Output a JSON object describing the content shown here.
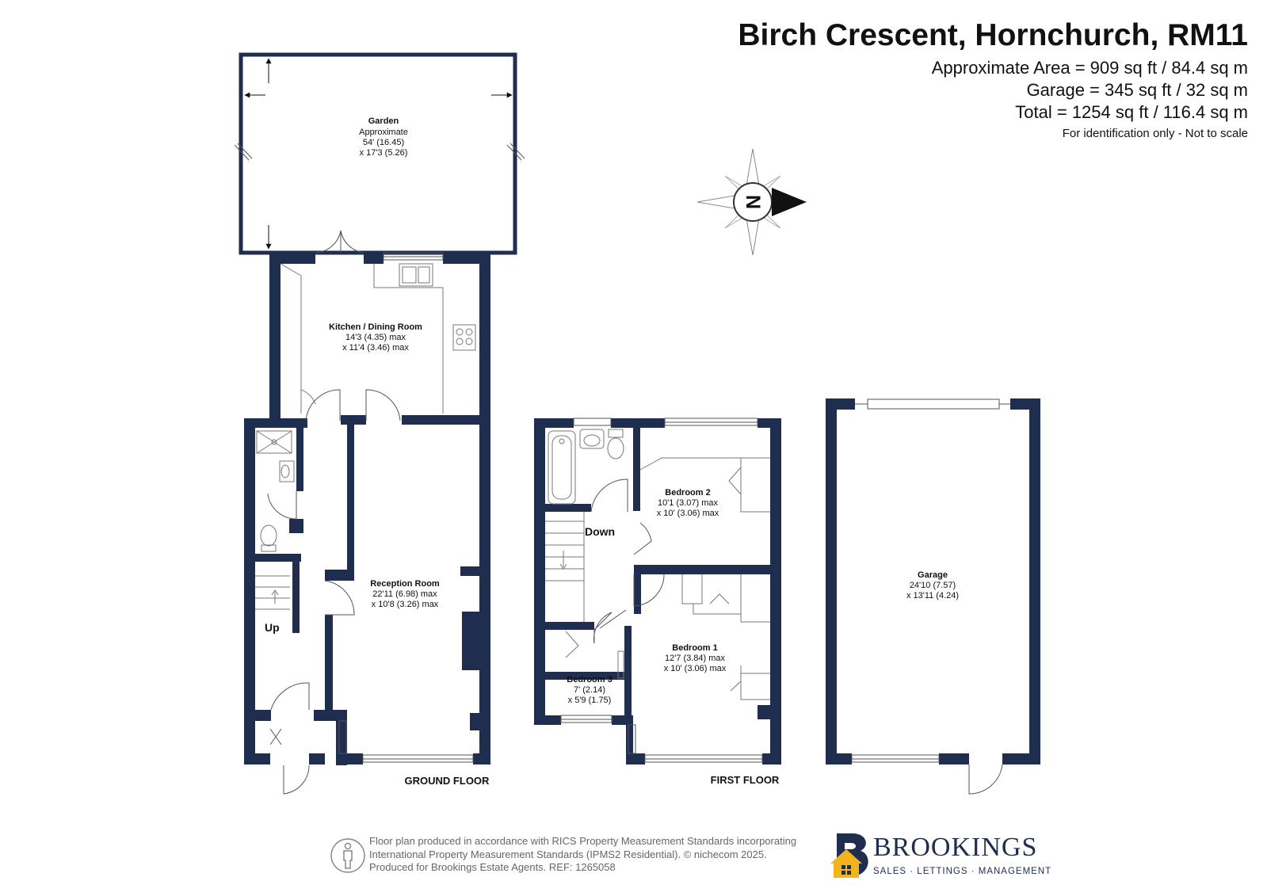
{
  "header": {
    "title": "Birch Crescent, Hornchurch, RM11",
    "area_approx": "Approximate Area = 909 sq ft / 84.4 sq m",
    "area_garage": "Garage = 345 sq ft / 32 sq m",
    "area_total": "Total = 1254 sq ft / 116.4 sq m",
    "note": "For identification only - Not to scale"
  },
  "compass": {
    "letter": "N"
  },
  "rooms": {
    "garden": {
      "name": "Garden",
      "line1": "Approximate",
      "line2": "54' (16.45)",
      "line3": "x 17'3 (5.26)"
    },
    "kitchen": {
      "name": "Kitchen / Dining Room",
      "line1": "14'3 (4.35) max",
      "line2": "x 11'4 (3.46) max"
    },
    "reception": {
      "name": "Reception Room",
      "line1": "22'11 (6.98) max",
      "line2": "x 10'8 (3.26) max"
    },
    "bedroom2": {
      "name": "Bedroom 2",
      "line1": "10'1 (3.07) max",
      "line2": "x 10' (3.06) max"
    },
    "bedroom1": {
      "name": "Bedroom 1",
      "line1": "12'7 (3.84) max",
      "line2": "x 10' (3.06) max"
    },
    "bedroom3": {
      "name": "Bedroom 3",
      "line1": "7' (2.14)",
      "line2": "x 5'9 (1.75)"
    },
    "garage": {
      "name": "Garage",
      "line1": "24'10 (7.57)",
      "line2": "x 13'11 (4.24)"
    }
  },
  "stairs": {
    "up": "Up",
    "down": "Down"
  },
  "floors": {
    "ground": "GROUND FLOOR",
    "first": "FIRST FLOOR"
  },
  "footer": {
    "line1": "Floor plan produced in accordance with RICS Property Measurement Standards incorporating",
    "line2": "International Property Measurement Standards (IPMS2 Residential).  © nichecom 2025.",
    "line3": "Produced for Brookings Estate Agents.   REF: 1265058"
  },
  "brand": {
    "name": "BROOKINGS",
    "tagline": "SALES · LETTINGS · MANAGEMENT",
    "color_navy": "#1f2d4e",
    "color_gold": "#f2b31b"
  },
  "colors": {
    "wall": "#1f2d4e",
    "fixture": "#777777"
  }
}
